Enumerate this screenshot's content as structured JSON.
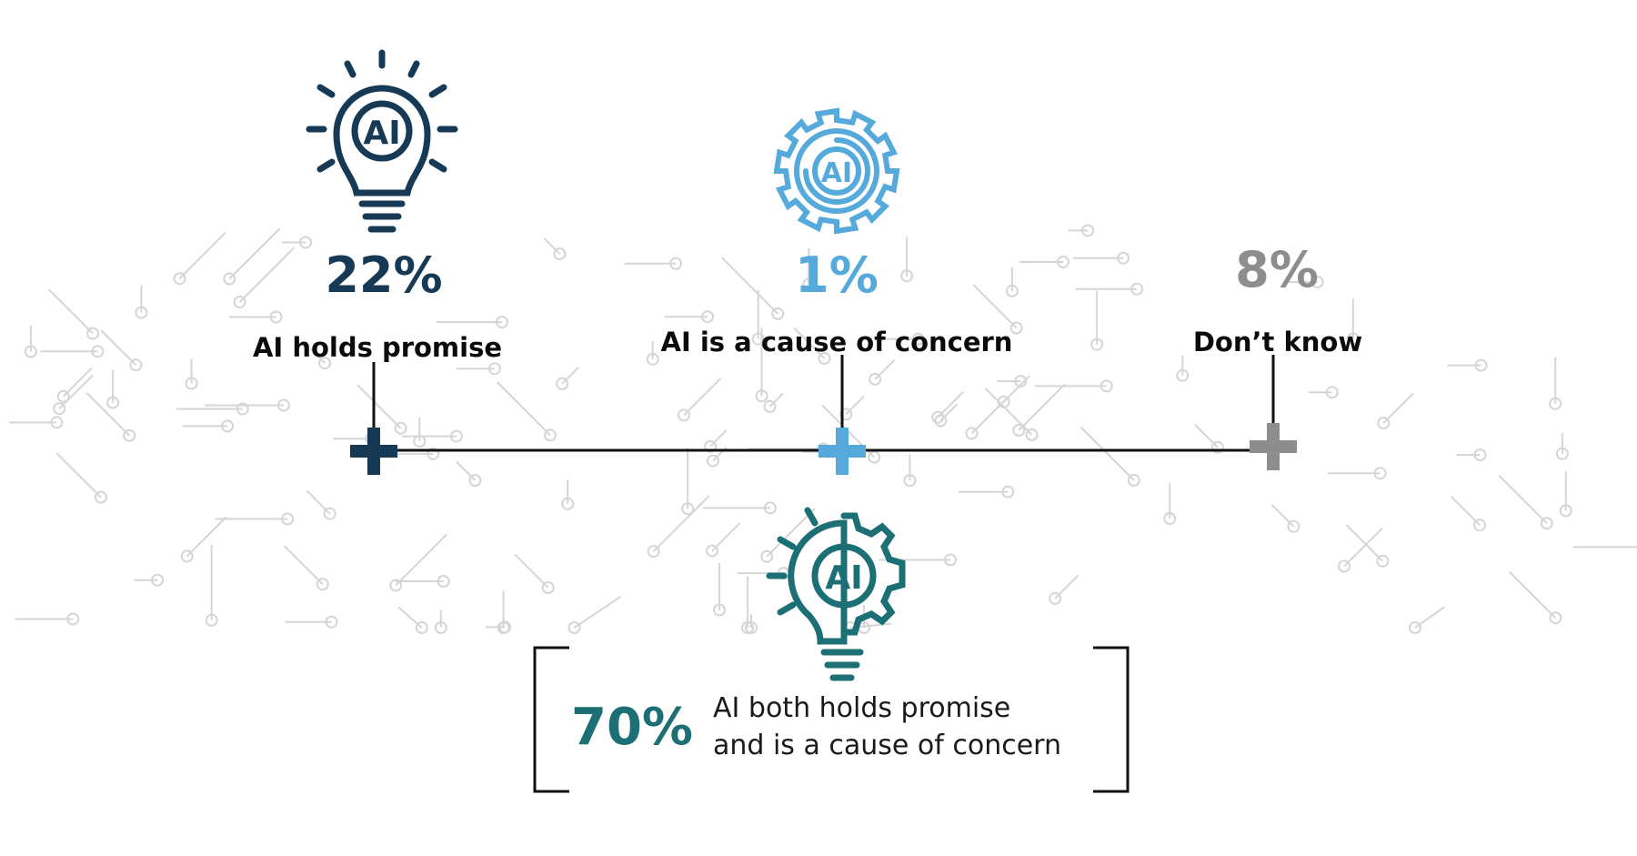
{
  "colors": {
    "promise": "#163a56",
    "concern": "#55a9db",
    "dont_know": "#8d8d8d",
    "both": "#1c6f74",
    "axis": "#111111",
    "circuit": "#d5d5d5"
  },
  "icons": {
    "promise": "lightbulb-ai-icon",
    "concern": "gear-ai-icon",
    "both": "lightbulb-gear-ai-icon"
  },
  "items": [
    {
      "key": "promise",
      "value": 22,
      "percent_label": "22%",
      "label": "AI holds promise"
    },
    {
      "key": "concern",
      "value": 1,
      "percent_label": "1%",
      "label": "AI is a cause of concern"
    },
    {
      "key": "dont_know",
      "value": 8,
      "percent_label": "8%",
      "label": "Don’t know"
    }
  ],
  "callout": {
    "value": 70,
    "percent_label": "70%",
    "text_line1": "AI both holds promise",
    "text_line2": "and is a cause of concern"
  }
}
